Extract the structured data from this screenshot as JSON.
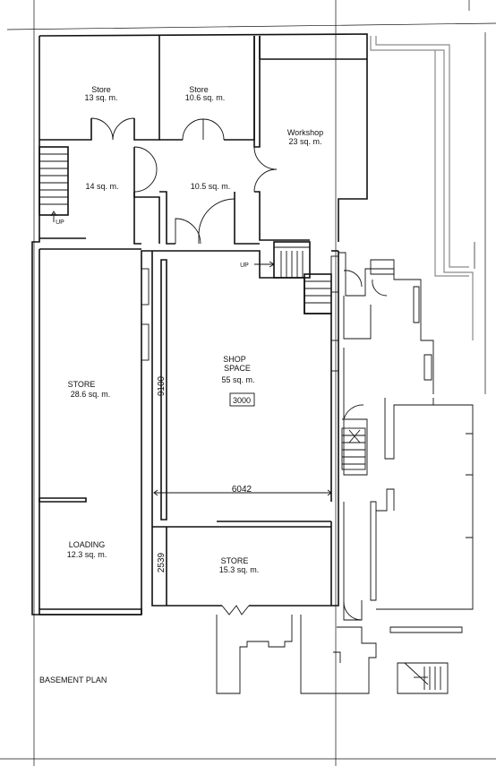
{
  "rooms": [
    {
      "id": "store-nw",
      "name": "Store",
      "area": "13 sq. m."
    },
    {
      "id": "store-n",
      "name": "Store",
      "area": "10.6 sq. m."
    },
    {
      "id": "workshop",
      "name": "Workshop",
      "area": "23 sq. m."
    },
    {
      "id": "hall-w",
      "name": "",
      "area": "14 sq. m."
    },
    {
      "id": "hall-c",
      "name": "",
      "area": "10.5 sq. m."
    },
    {
      "id": "shop",
      "name_line1": "SHOP",
      "name_line2": "SPACE",
      "area": "55 sq. m."
    },
    {
      "id": "store-w",
      "name": "STORE",
      "area": "28.6 sq. m."
    },
    {
      "id": "loading",
      "name": "LOADING",
      "area": "12.3 sq. m."
    },
    {
      "id": "store-s",
      "name": "STORE",
      "area": "15.3 sq. m."
    }
  ],
  "dimensions": {
    "height": "9100",
    "width": "6042",
    "short": "2539",
    "ceiling_box": "3000"
  },
  "stairs": {
    "up_label_1": "UP",
    "up_label_2": "UP"
  },
  "plan_title": "BASEMENT PLAN"
}
